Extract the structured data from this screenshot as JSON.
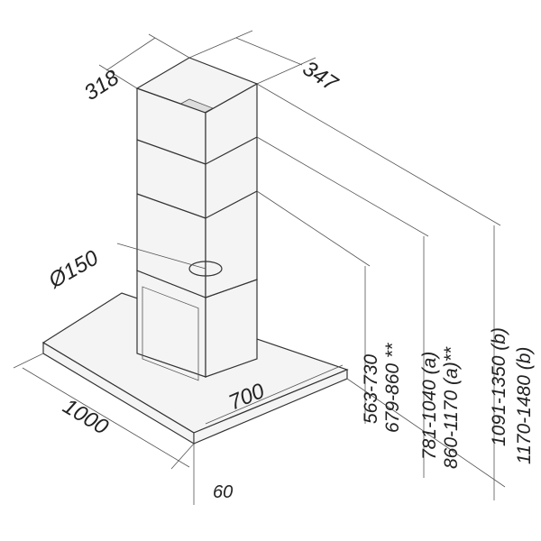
{
  "dimensions": {
    "depth_top": "318",
    "width_top": "347",
    "duct_diameter": "Ø150",
    "hood_width": "1000",
    "hood_depth": "700",
    "plate_thickness": "60",
    "heights": [
      "563-730",
      "679-860 **",
      "781-1040 (a)",
      "860-1170 (a)**",
      "1091-1350 (b)",
      "1170-1480 (b)"
    ]
  }
}
